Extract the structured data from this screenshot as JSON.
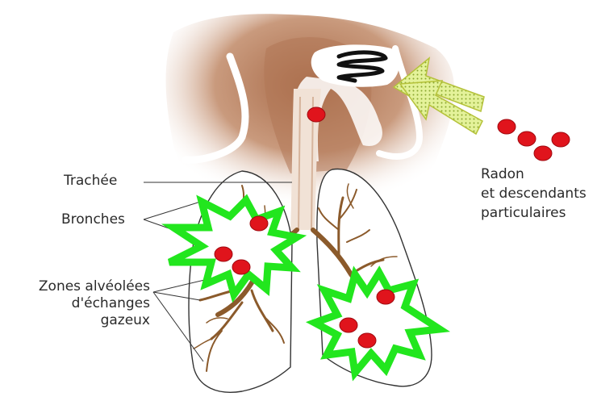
{
  "labels": {
    "trachea": "Trachée",
    "bronchi": "Bronches",
    "alveoli": [
      "Zones alvéolées",
      "d'échanges",
      "gazeux"
    ],
    "radon": [
      "Radon",
      "et descendants",
      "particulaires"
    ]
  },
  "colors": {
    "body_tint": "#b9856a",
    "body_light": "#e8d3c3",
    "airway_dark": "#8a4a2a",
    "bronchi_tree": "#8b5a2b",
    "particle": "#e0141c",
    "burst": "#22e61e",
    "arrow": "#dff07a",
    "label_text": "#2a2a2a"
  }
}
